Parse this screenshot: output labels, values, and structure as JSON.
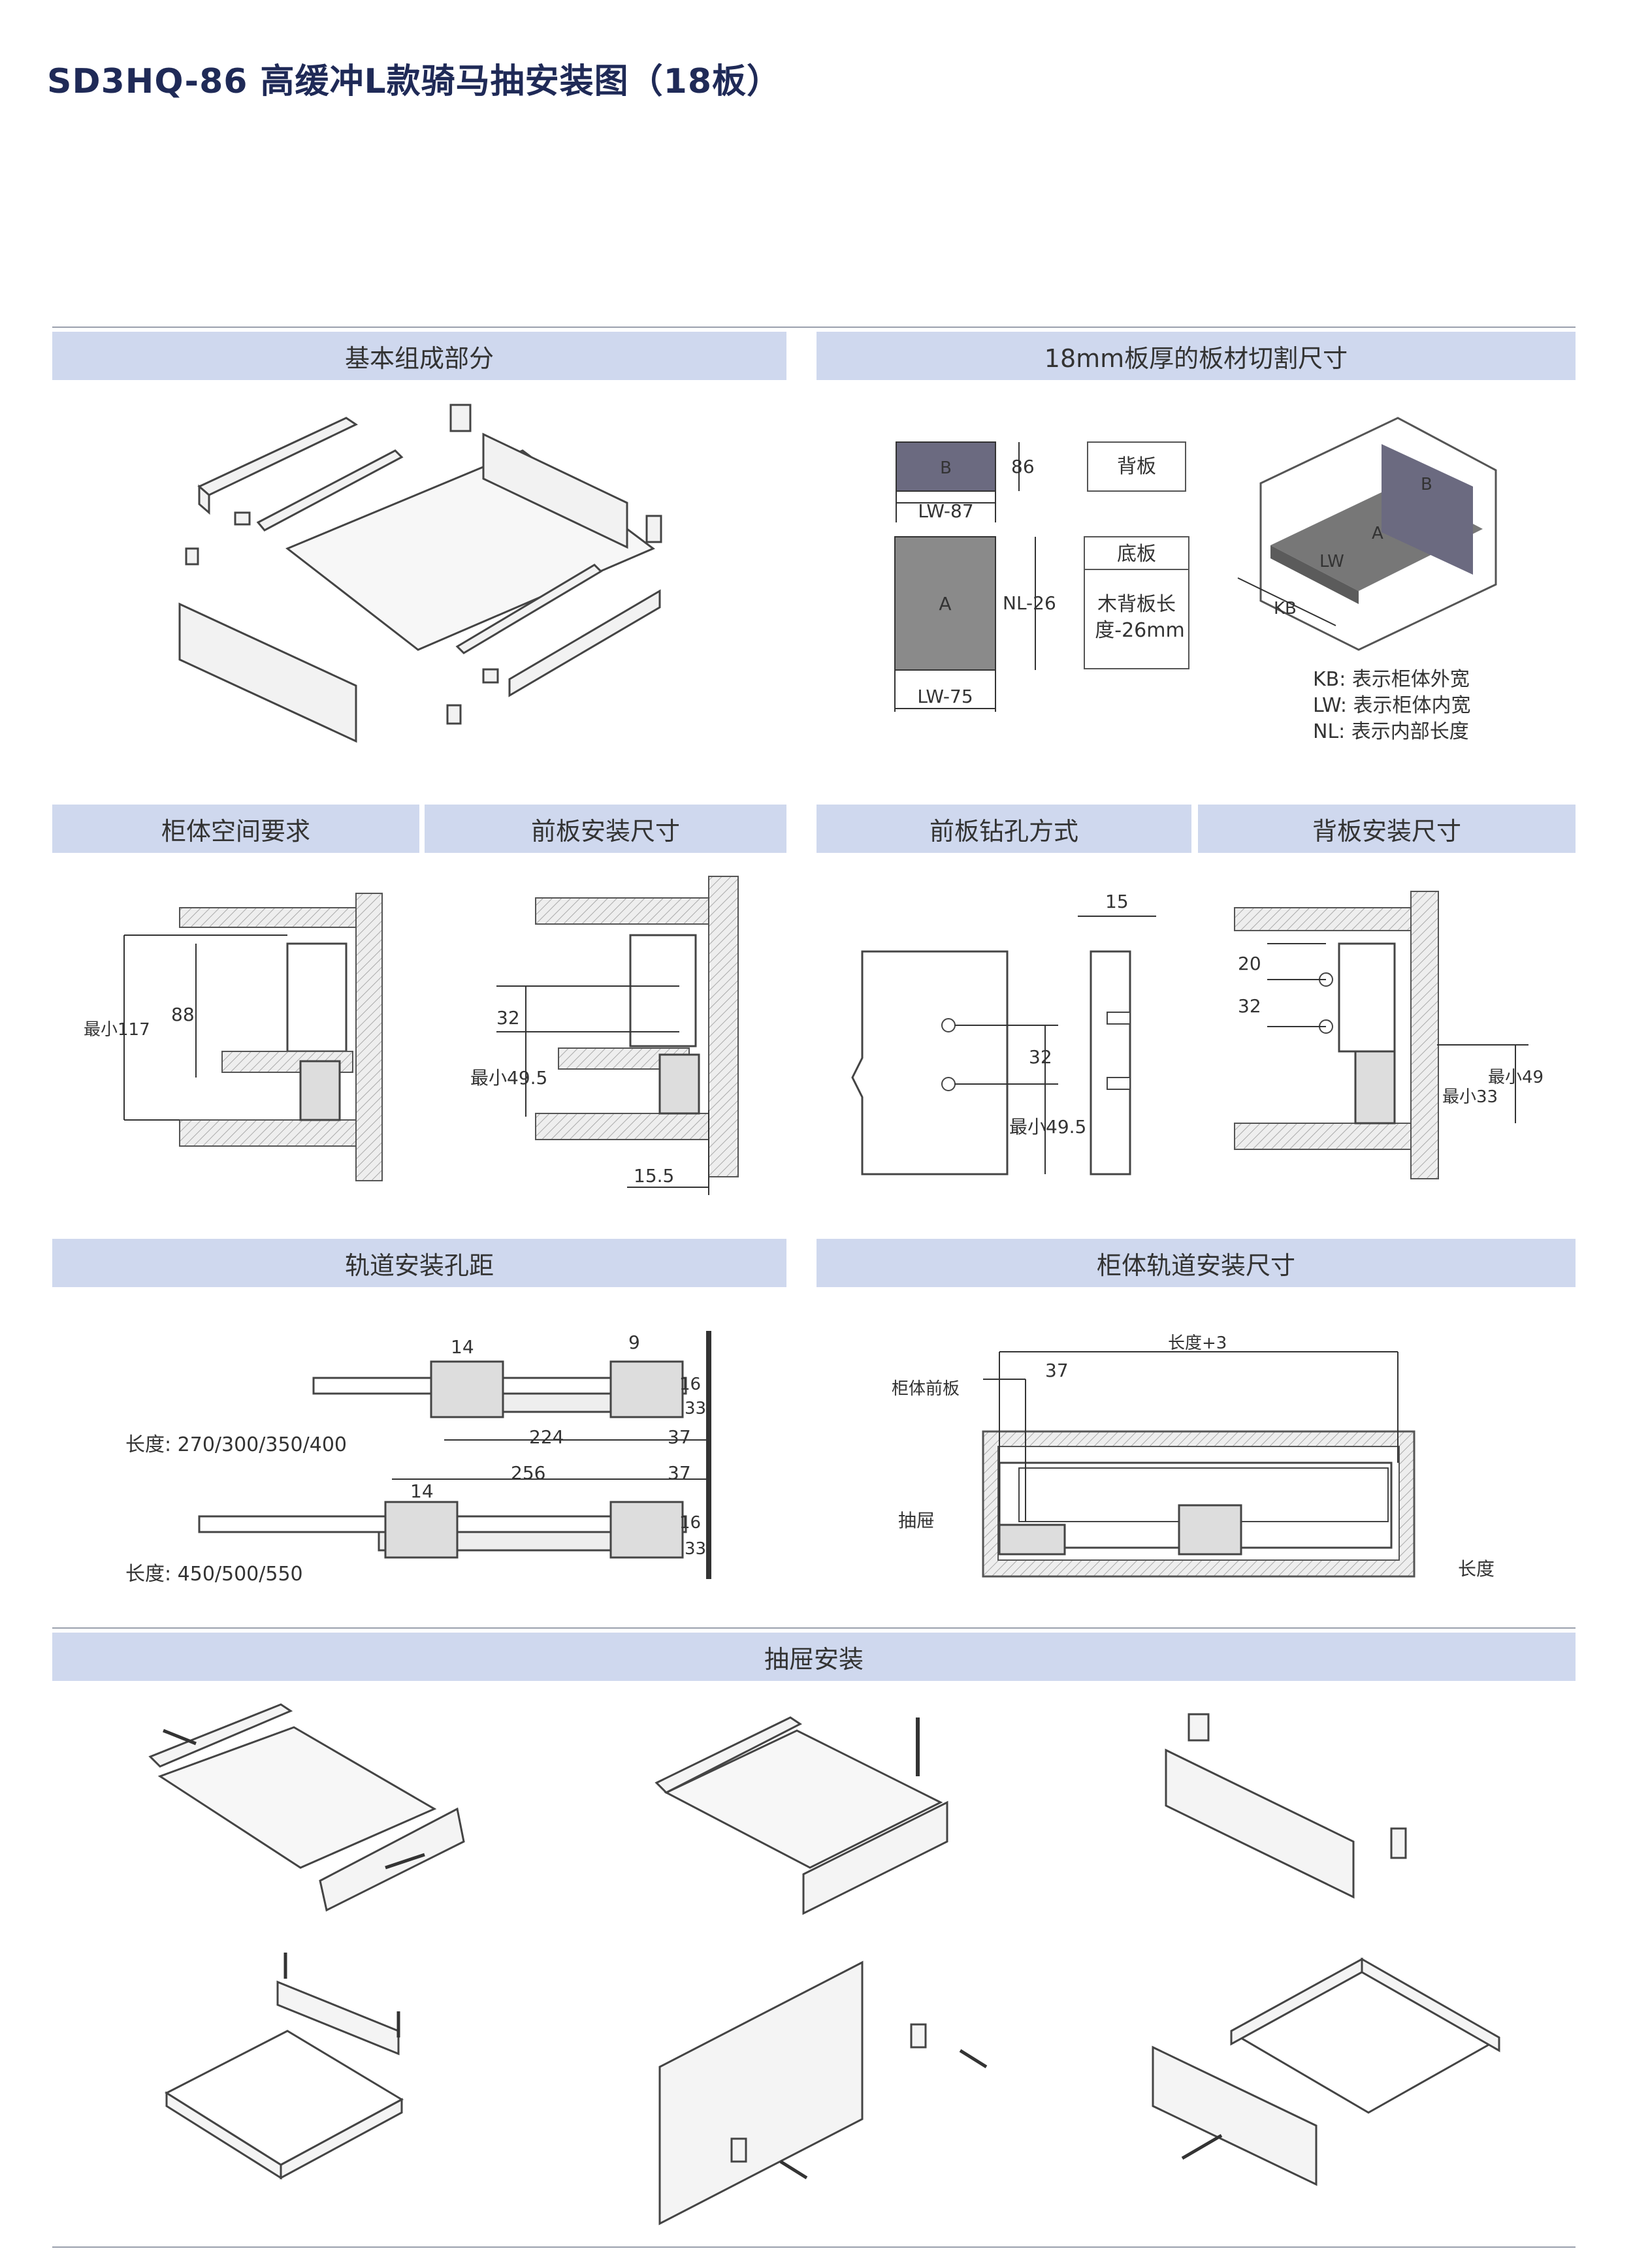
{
  "title": "SD3HQ-86 高缓冲L款骑马抽安装图（18板）",
  "sections": {
    "basic": "基本组成部分",
    "cutting": "18mm板厚的板材切割尺寸",
    "space": "柜体空间要求",
    "front_size": "前板安装尺寸",
    "front_drill": "前板钻孔方式",
    "back_size": "背板安装尺寸",
    "rail_holes": "轨道安装孔距",
    "cabinet_rail": "柜体轨道安装尺寸",
    "drawer_install": "抽屉安装"
  },
  "cutting": {
    "b_label": "B",
    "b_height": "86",
    "b_width": "LW-87",
    "a_label": "A",
    "a_height": "NL-26",
    "a_width": "LW-75",
    "back_board": "背板",
    "bottom_board": "底板",
    "bottom_note_1": "木背板长",
    "bottom_note_2": "度-26mm",
    "iso_a": "A",
    "iso_b": "B",
    "iso_lw": "LW",
    "iso_kb": "KB",
    "legend": [
      "KB: 表示柜体外宽",
      "LW: 表示柜体内宽",
      "NL: 表示内部长度"
    ]
  },
  "space": {
    "min_height": "最小117",
    "height": "88"
  },
  "front_size": {
    "gap": "32",
    "min": "最小49.5",
    "offset": "15.5"
  },
  "front_drill": {
    "thickness": "15",
    "gap": "32",
    "min": "最小49.5"
  },
  "back_size": {
    "top": "20",
    "gap": "32",
    "min49": "最小49",
    "min33": "最小33"
  },
  "rail_holes": {
    "d14": "14",
    "d9": "9",
    "d16": "16",
    "d33": "33",
    "d224": "224",
    "d37": "37",
    "len1": "长度: 270/300/350/400",
    "d256": "256",
    "d14b": "14",
    "d37b": "37",
    "d16b": "16",
    "d33b": "33",
    "len2": "长度: 450/500/550"
  },
  "cabinet_rail": {
    "length_plus": "长度+3",
    "d37": "37",
    "front_panel": "柜体前板",
    "drawer": "抽屉",
    "length": "长度"
  }
}
